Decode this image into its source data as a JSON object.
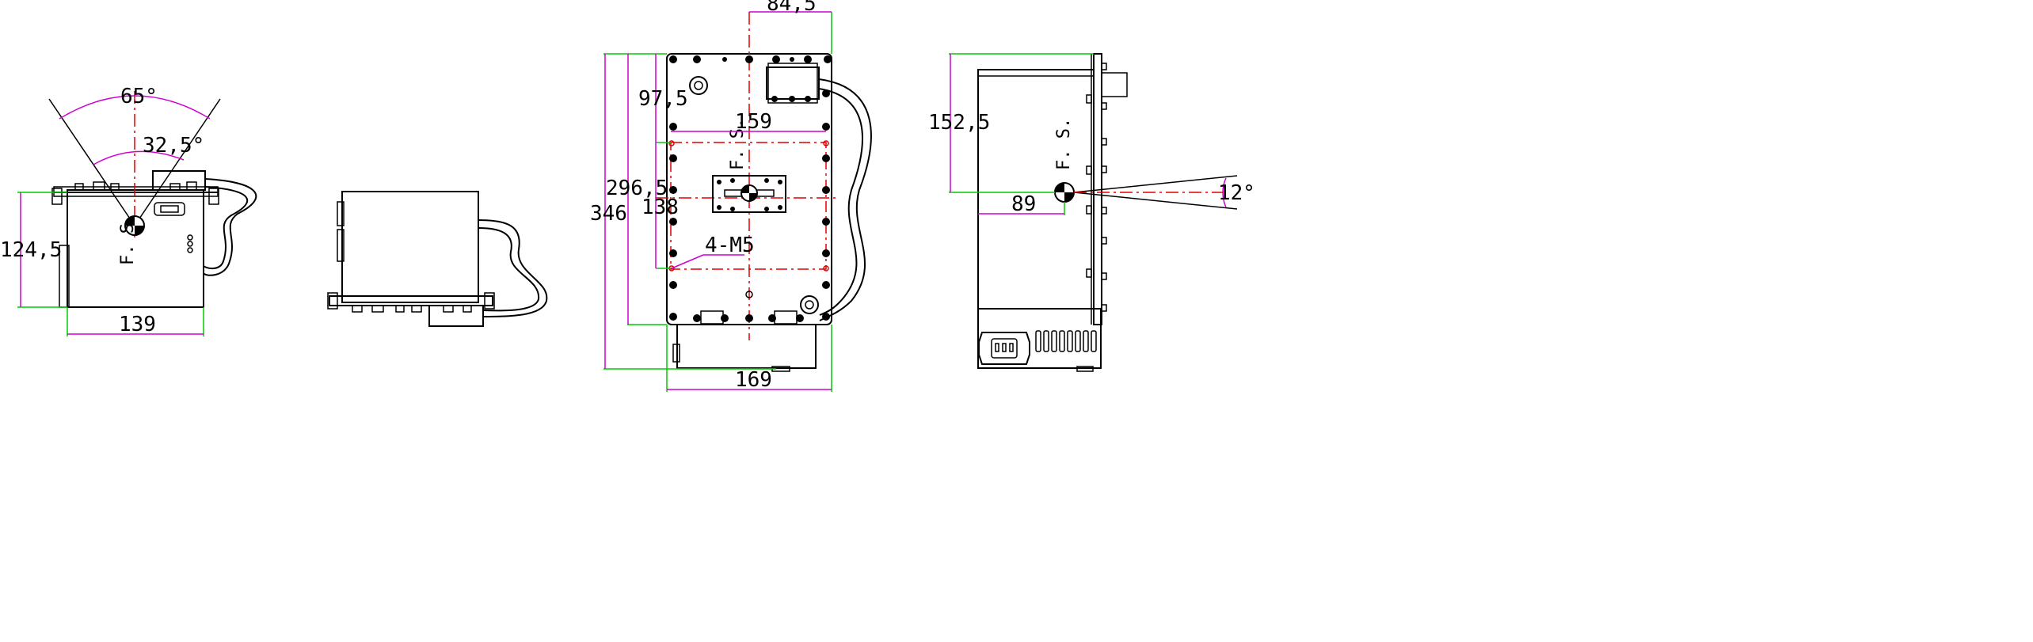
{
  "views": {
    "left": {
      "angle_outer": "65°",
      "angle_inner": "32,5°",
      "height_dim": "124,5",
      "width_dim": "139",
      "focal_label": "F. S."
    },
    "middle": {},
    "front": {
      "top_dim": "84,5",
      "inner_width_dim": "159",
      "offset_dim": "97,5",
      "height_dim_1": "296,5",
      "height_dim_2": "346",
      "inner_height_dim": "138",
      "mount_label": "4-M5",
      "bottom_dim": "169",
      "focal_label": "F. S."
    },
    "right": {
      "height_dim": "152,5",
      "depth_dim": "89",
      "angle_dim": "12°",
      "focal_label": "F. S."
    }
  },
  "colors": {
    "dimension": "#d000d0",
    "extension": "#00cc00",
    "centerline": "#e00000",
    "outline": "#000000"
  }
}
